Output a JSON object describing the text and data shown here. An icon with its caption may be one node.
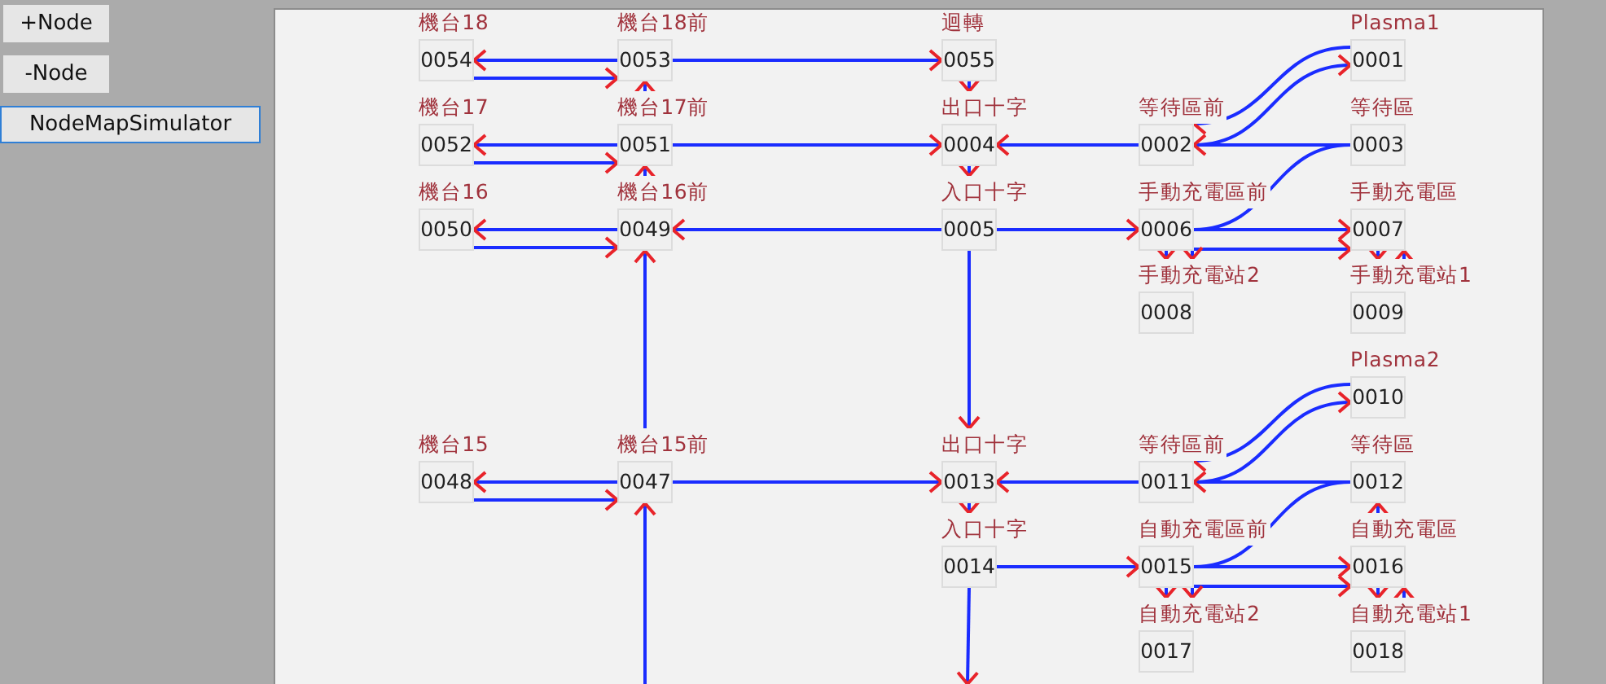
{
  "diagram": {
    "nodes": [
      {
        "text": [
          "機台18",
          "0054"
        ]
      },
      {
        "text": [
          "機台18前",
          "0053"
        ]
      },
      {
        "text": [
          "迴轉",
          "0055"
        ]
      },
      {
        "text": [
          "Plasma1",
          "0001"
        ]
      },
      {
        "text": [
          "機台17",
          "0052"
        ]
      },
      {
        "text": [
          "機台17前",
          "0051"
        ]
      },
      {
        "text": [
          "出口十字",
          "0004"
        ]
      },
      {
        "text": [
          "等待區前",
          "0002"
        ]
      },
      {
        "text": [
          "等待區",
          "0003"
        ]
      },
      {
        "text": [
          "機台16",
          "0050"
        ]
      },
      {
        "text": [
          "機台16前",
          "0049"
        ]
      },
      {
        "text": [
          "入口十字",
          "0005"
        ]
      },
      {
        "text": [
          "手動充電區前",
          "0006"
        ]
      },
      {
        "text": [
          "手動充電區",
          "0007"
        ]
      },
      {
        "text": [
          "手動充電站2",
          "0008"
        ]
      },
      {
        "text": [
          "手動充電站1",
          "0009"
        ]
      },
      {
        "text": [
          "Plasma2",
          "0010"
        ]
      },
      {
        "text": [
          "機台15",
          "0048"
        ]
      },
      {
        "text": [
          "機台15前",
          "0047"
        ]
      },
      {
        "text": [
          "出口十字",
          "0013"
        ]
      },
      {
        "text": [
          "等待區前",
          "0011"
        ]
      },
      {
        "text": [
          "等待區",
          "0012"
        ]
      },
      {
        "text": [
          "入口十字",
          "0014"
        ]
      },
      {
        "text": [
          "自動充電區前",
          "0015"
        ]
      },
      {
        "text": [
          "自動充電區",
          "0016"
        ]
      },
      {
        "text": [
          "自動充電站2",
          "0017"
        ]
      },
      {
        "text": [
          "自動充電站1",
          "0018"
        ]
      }
    ],
    "edges": [
      {
        "from": 1,
        "to": 0,
        "arrow": "to"
      },
      {
        "from": 0,
        "to": 1,
        "arrow": "to"
      },
      {
        "from": 1,
        "to": 2,
        "arrow": "to"
      },
      {
        "from": 2,
        "to": 6,
        "arrow": "to"
      },
      {
        "from": 5,
        "to": 1,
        "arrow": "to"
      },
      {
        "from": 3,
        "to": 7,
        "arrow": "to"
      },
      {
        "from": 7,
        "to": 3,
        "arrow": "to"
      },
      {
        "from": 8,
        "to": 7,
        "arrow": "to"
      },
      {
        "from": 7,
        "to": 6,
        "arrow": "to"
      },
      {
        "from": 5,
        "to": 4,
        "arrow": "to"
      },
      {
        "from": 4,
        "to": 5,
        "arrow": "to"
      },
      {
        "from": 5,
        "to": 6,
        "arrow": "to"
      },
      {
        "from": 12,
        "to": 8,
        "arrow": "none"
      },
      {
        "from": 10,
        "to": 5,
        "arrow": "to"
      },
      {
        "from": 10,
        "to": 9,
        "arrow": "to"
      },
      {
        "from": 9,
        "to": 10,
        "arrow": "to"
      },
      {
        "from": 11,
        "to": 10,
        "arrow": "to"
      },
      {
        "from": 11,
        "to": 12,
        "arrow": "to"
      },
      {
        "from": 12,
        "to": 13,
        "arrow": "to"
      },
      {
        "from": 6,
        "to": 11,
        "arrow": "to"
      },
      {
        "from": 12,
        "to": 14,
        "arrow": "to"
      },
      {
        "from": 13,
        "to": 14,
        "arrow": "both"
      },
      {
        "from": 13,
        "to": 15,
        "arrow": "to"
      },
      {
        "from": 15,
        "to": 13,
        "arrow": "to"
      },
      {
        "from": 18,
        "to": 10,
        "arrow": "to"
      },
      {
        "from": null,
        "to": 18,
        "arrow": "to"
      },
      {
        "from": 11,
        "to": 19,
        "arrow": "to"
      },
      {
        "from": 16,
        "to": 20,
        "arrow": "to"
      },
      {
        "from": 20,
        "to": 16,
        "arrow": "to"
      },
      {
        "from": 21,
        "to": 20,
        "arrow": "to"
      },
      {
        "from": 24,
        "to": 21,
        "arrow": "to"
      },
      {
        "from": 23,
        "to": 21,
        "arrow": "none"
      },
      {
        "from": 20,
        "to": 19,
        "arrow": "to"
      },
      {
        "from": 18,
        "to": 17,
        "arrow": "to"
      },
      {
        "from": 17,
        "to": 18,
        "arrow": "to"
      },
      {
        "from": 18,
        "to": 19,
        "arrow": "to"
      },
      {
        "from": 19,
        "to": 22,
        "arrow": "to"
      },
      {
        "from": 22,
        "to": null,
        "arrow": "to"
      },
      {
        "from": 22,
        "to": 23,
        "arrow": "to"
      },
      {
        "from": 23,
        "to": 24,
        "arrow": "to"
      },
      {
        "from": 23,
        "to": 25,
        "arrow": "to"
      },
      {
        "from": 24,
        "to": 25,
        "arrow": "both"
      },
      {
        "from": 24,
        "to": 26,
        "arrow": "to"
      },
      {
        "from": 26,
        "to": 24,
        "arrow": "to"
      }
    ],
    "labels": [
      "+Node",
      "-Node",
      "NodeMapSimulator"
    ]
  }
}
